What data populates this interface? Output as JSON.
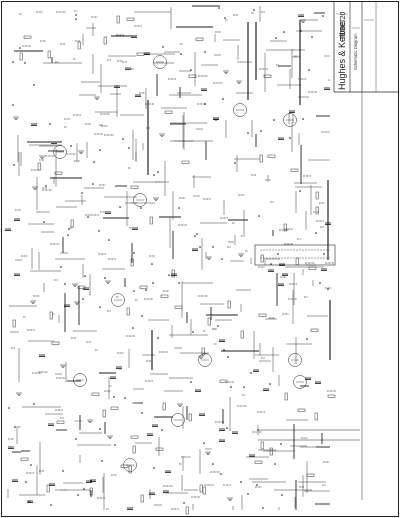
{
  "title_block": {
    "brand": "Hughes & Kettner",
    "model": "TUBE 20",
    "sub_label": "Schematic Diagram"
  },
  "colors": {
    "ink": "#1a1a1a",
    "paper": "#ffffff",
    "grid": "#2a2a2a"
  }
}
